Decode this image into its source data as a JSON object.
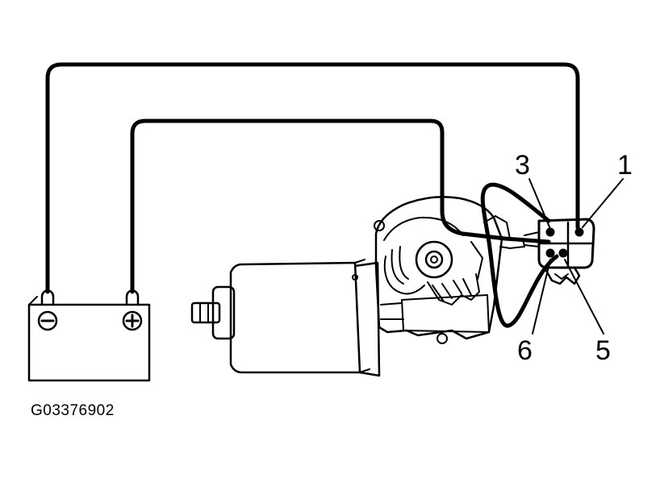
{
  "figure_code": "G03376902",
  "pin_labels": {
    "pin_3": "3",
    "pin_1": "1",
    "pin_6": "6",
    "pin_5": "5"
  },
  "battery": {
    "negative_symbol": "−",
    "positive_symbol": "+"
  },
  "colors": {
    "ink": "#000000",
    "background": "#ffffff"
  }
}
